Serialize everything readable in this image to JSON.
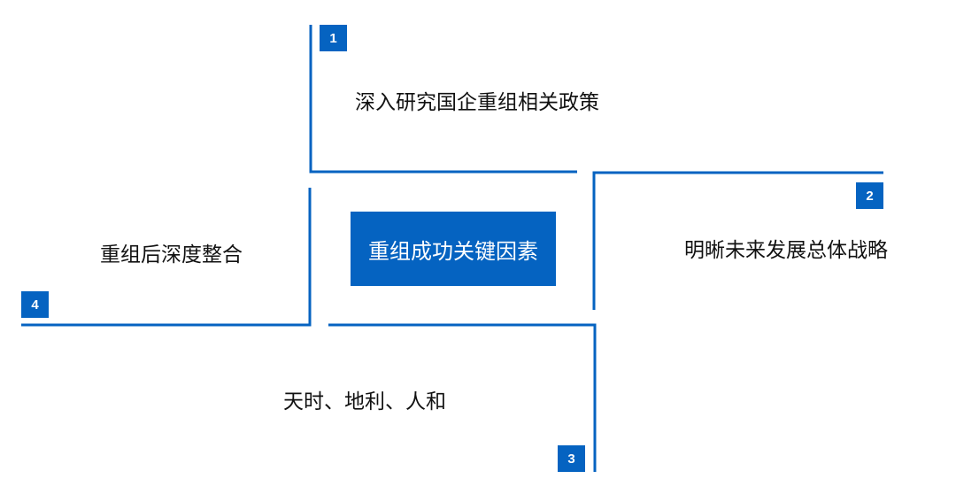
{
  "colors": {
    "accent": "#0563c1"
  },
  "center": {
    "title": "重组成功关键因素"
  },
  "factors": [
    {
      "number": "1",
      "text": "深入研究国企重组相关政策"
    },
    {
      "number": "2",
      "text": "明晰未来发展总体战略"
    },
    {
      "number": "3",
      "text": "天时、地利、人和"
    },
    {
      "number": "4",
      "text": "重组后深度整合"
    }
  ]
}
